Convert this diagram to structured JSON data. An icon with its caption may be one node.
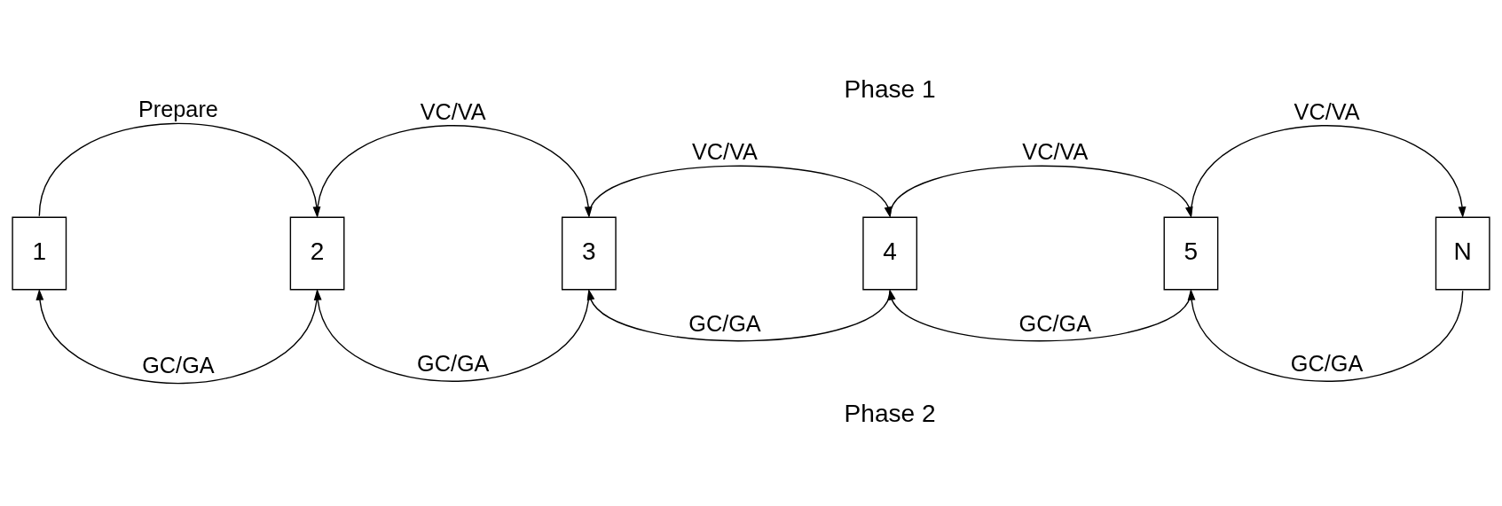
{
  "diagram": {
    "nodes": [
      {
        "text": [
          "1"
        ]
      },
      {
        "text": [
          "2"
        ]
      },
      {
        "text": [
          "3"
        ]
      },
      {
        "text": [
          "4"
        ]
      },
      {
        "text": [
          "5"
        ]
      },
      {
        "text": [
          "N"
        ]
      }
    ],
    "edges": [
      {
        "from": 0,
        "to": 1,
        "arrow": "to",
        "label": "Prepare"
      },
      {
        "from": 1,
        "to": 2,
        "arrow": "to",
        "label": "VC/VA"
      },
      {
        "from": 2,
        "to": 3,
        "arrow": "to",
        "label": "VC/VA"
      },
      {
        "from": 3,
        "to": 4,
        "arrow": "to",
        "label": "VC/VA"
      },
      {
        "from": 4,
        "to": 5,
        "arrow": "to",
        "label": "VC/VA"
      },
      {
        "from": 1,
        "to": 0,
        "arrow": "to",
        "label": "GC/GA"
      },
      {
        "from": 2,
        "to": 1,
        "arrow": "to",
        "label": "GC/GA"
      },
      {
        "from": 3,
        "to": 2,
        "arrow": "to",
        "label": "GC/GA"
      },
      {
        "from": 4,
        "to": 3,
        "arrow": "to",
        "label": "GC/GA"
      },
      {
        "from": 5,
        "to": 4,
        "arrow": "to",
        "label": "GC/GA"
      }
    ],
    "labels": [
      "Phase 1",
      "Phase 2"
    ]
  }
}
